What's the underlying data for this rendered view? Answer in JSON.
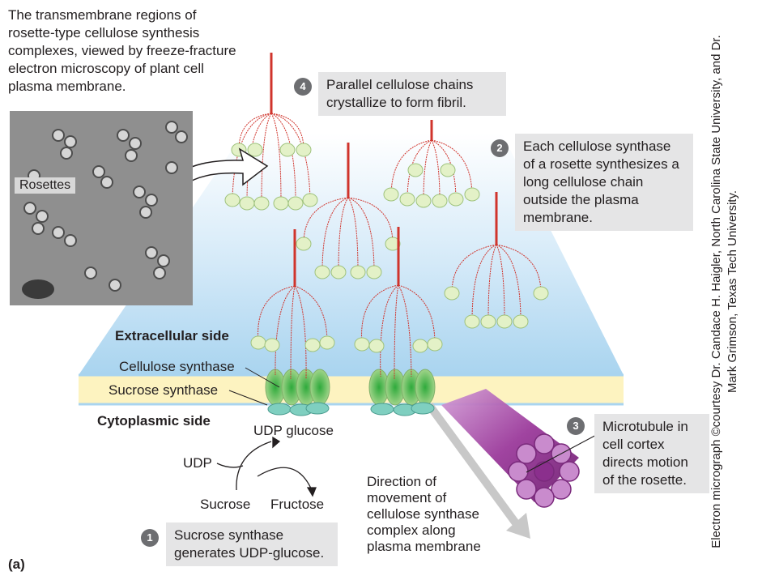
{
  "intro_caption": "The transmembrane regions of rosette-type cellulose synthesis complexes, viewed by freeze-fracture electron microscopy of plant cell plasma membrane.",
  "rosettes_label": "Rosettes",
  "steps": [
    {
      "number": "1",
      "text": "Sucrose synthase generates UDP-glucose."
    },
    {
      "number": "2",
      "text": "Each cellulose synthase of a rosette synthesizes a long cellulose chain outside the plasma membrane."
    },
    {
      "number": "3",
      "text": "Microtubule in cell cortex directs motion of the rosette."
    },
    {
      "number": "4",
      "text": "Parallel cellulose chains crystallize to form fibril."
    }
  ],
  "labels": {
    "extracellular": "Extracellular side",
    "cytoplasmic": "Cytoplasmic side",
    "cellulose_synthase": "Cellulose synthase",
    "sucrose_synthase": "Sucrose synthase",
    "udp_glucose": "UDP glucose",
    "udp": "UDP",
    "sucrose": "Sucrose",
    "fructose": "Fructose",
    "direction": "Direction of movement of cellulose synthase complex along plasma membrane"
  },
  "panel_label": "(a)",
  "credit": "Electron micrograph ©courtesy Dr. Candace H. Haigler, North Carolina State University, and Dr. Mark Grimson, Texas Tech University.",
  "colors": {
    "cellulose_chain": "#d0342c",
    "synthase_green": "#4db848",
    "membrane_yellow": "#fdf3c0",
    "extracellular_blue": "#a9d4ef",
    "microtubule_purple": "#9b3a9b",
    "callout_gray": "#e5e5e6",
    "step_badge": "#6d6e71"
  }
}
